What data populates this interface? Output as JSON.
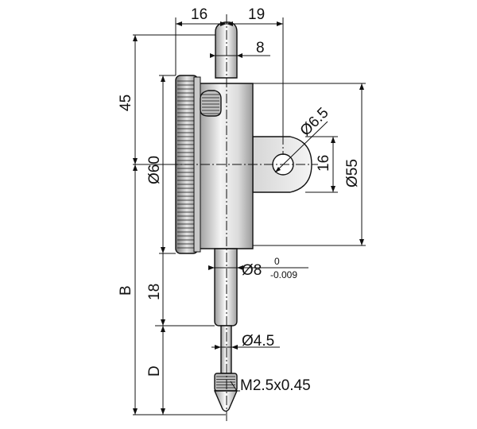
{
  "dimensions": {
    "top_left_width": "16",
    "top_right_width": "19",
    "stem_cap_width": "8",
    "mount_hole_dia": "Ø6.5",
    "lug_height": "16",
    "back_dia": "Ø55",
    "overall_height": "45",
    "bezel_dia": "Ø60",
    "stem_dia_main": "Ø8",
    "stem_tol_upper": "0",
    "stem_tol_lower": "-0.009",
    "stem_length": "18",
    "spindle_dia": "Ø4.5",
    "letter_b": "B",
    "letter_d": "D",
    "contact_thread": "M2.5x0.45"
  },
  "colors": {
    "body_dark": "#8a8a8a",
    "body_light": "#f2f2f2",
    "line": "#111111"
  }
}
